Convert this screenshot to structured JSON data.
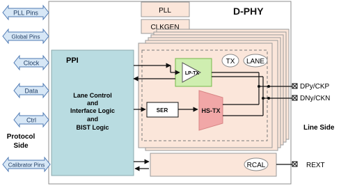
{
  "title": "D-PHY",
  "blocks": {
    "pll": "PLL",
    "clkgen": "CLKGEN",
    "ppi": "PPI",
    "ppi_line1": "Lane Control",
    "ppi_line2": "and",
    "ppi_line3": "Interface Logic",
    "ppi_line4": "and",
    "ppi_line5": "BIST Logic",
    "tx": "TX",
    "lane": "LANE",
    "lptx": "LP-TX",
    "ser": "SER",
    "hstx": "HS-TX",
    "rcal": "RCAL"
  },
  "left_arrows": [
    "PLL Pins",
    "Global Pins",
    "Clock",
    "Data",
    "Ctrl",
    "Calibrator Pins"
  ],
  "pins": {
    "dp": "DPy/CKP",
    "dn": "DNy/CKN",
    "rext": "REXT"
  },
  "sides": {
    "protocol_line1": "Protocol",
    "protocol_line2": "Side",
    "line": "Line Side"
  },
  "colors": {
    "arrow_fill": "#d7e7f6",
    "arrow_stroke": "#4c78b3",
    "ppi_fill": "#b9dce1",
    "block_fill": "#fbe6da",
    "block_stroke": "#9a9a9a",
    "lptx_fill": "#cfeeb0",
    "lptx_stroke": "#74b84a",
    "hstx_fill": "#f1a7a7",
    "hstx_stroke": "#d88585"
  }
}
